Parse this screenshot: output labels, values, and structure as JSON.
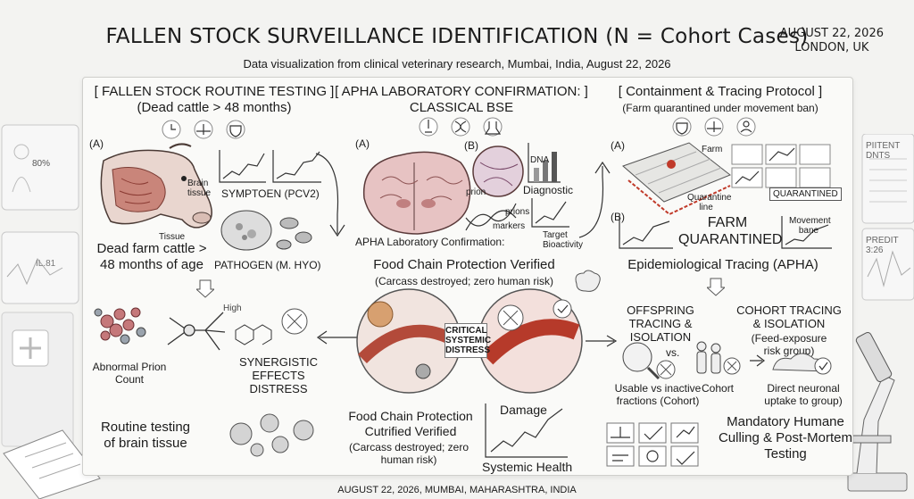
{
  "header": {
    "title": "FALLEN STOCK SURVEILLANCE IDENTIFICATION (N = Cohort Cases)",
    "date": "AUGUST 22, 2026",
    "location": "LONDON, UK",
    "subtitle": "Data visualization from clinical veterinary research, Mumbai, India, August 22, 2026"
  },
  "left": {
    "heading": "[ FALLEN STOCK ROUTINE TESTING ]",
    "subheading": "(Dead cattle > 48 months)",
    "label_a": "(A)",
    "brain_tissue": "Brain tissue",
    "tissue": "Tissue",
    "cattle_caption": "Dead farm cattle > 48 months of age",
    "symptom": "SYMPTOEN (PCV2)",
    "pathogen": "PATHOGEN (M. HYO)",
    "prion_count": "Abnormal Prion Count",
    "high_label": "High",
    "synergistic": "SYNERGISTIC EFFECTS DISTRESS",
    "routine": "Routine testing of brain tissue"
  },
  "center": {
    "heading": "[ APHA LABORATORY CONFIRMATION: ]",
    "subheading": "CLASSICAL BSE",
    "label_a": "(A)",
    "label_b": "(B)",
    "dna": "DNA",
    "diagnostic": "Diagnostic",
    "prion": "prion",
    "prions": "prions",
    "markers": "markers",
    "target": "Target Bioactivity",
    "apha_confirm": "APHA Laboratory Confirmation:",
    "food_chain": "Food Chain Protection Verified",
    "carcass": "(Carcass destroyed; zero human risk)",
    "critical": "CRITICAL SYSTEMIC DISTRESS",
    "food_chain_2": "Food Chain Protection Cutrified Verified",
    "carcass_2": "(Carcass destroyed; zero human risk)",
    "damage": "Damage",
    "systemic_health": "Systemic Health"
  },
  "right": {
    "heading": "[ Containment & Tracing Protocol ]",
    "subheading": "(Farm quarantined under movement ban)",
    "label_a": "(A)",
    "label_b": "(B)",
    "farm": "Farm",
    "quarantine_line": "Quarantine line",
    "quarantined_tag": "QUARANTINED",
    "farm_quarantined": "FARM QUARANTINED",
    "movement_bans": "Movement bane",
    "epi_tracing": "Epidemiological Tracing (APHA)",
    "offspring": "OFFSPRING TRACING & ISOLATION",
    "vs": "vs.",
    "cohort_tracing": "COHORT TRACING & ISOLATION",
    "feed_exposure": "(Feed-exposure risk group)",
    "usable": "Usable vs inactive fractions (Cohort)",
    "cohort": "Cohort",
    "direct_uptake": "Direct neuronal uptake to group)",
    "mandatory": "Mandatory Humane Culling & Post-Mortem Testing"
  },
  "side": {
    "percent": "80%",
    "il_value": "IL.81",
    "patient_data": "PIITENT DNTS",
    "predit": "PREDIT 3:26"
  },
  "footer": "AUGUST 22, 2026, MUMBAI, MAHARASHTRA, INDIA"
}
